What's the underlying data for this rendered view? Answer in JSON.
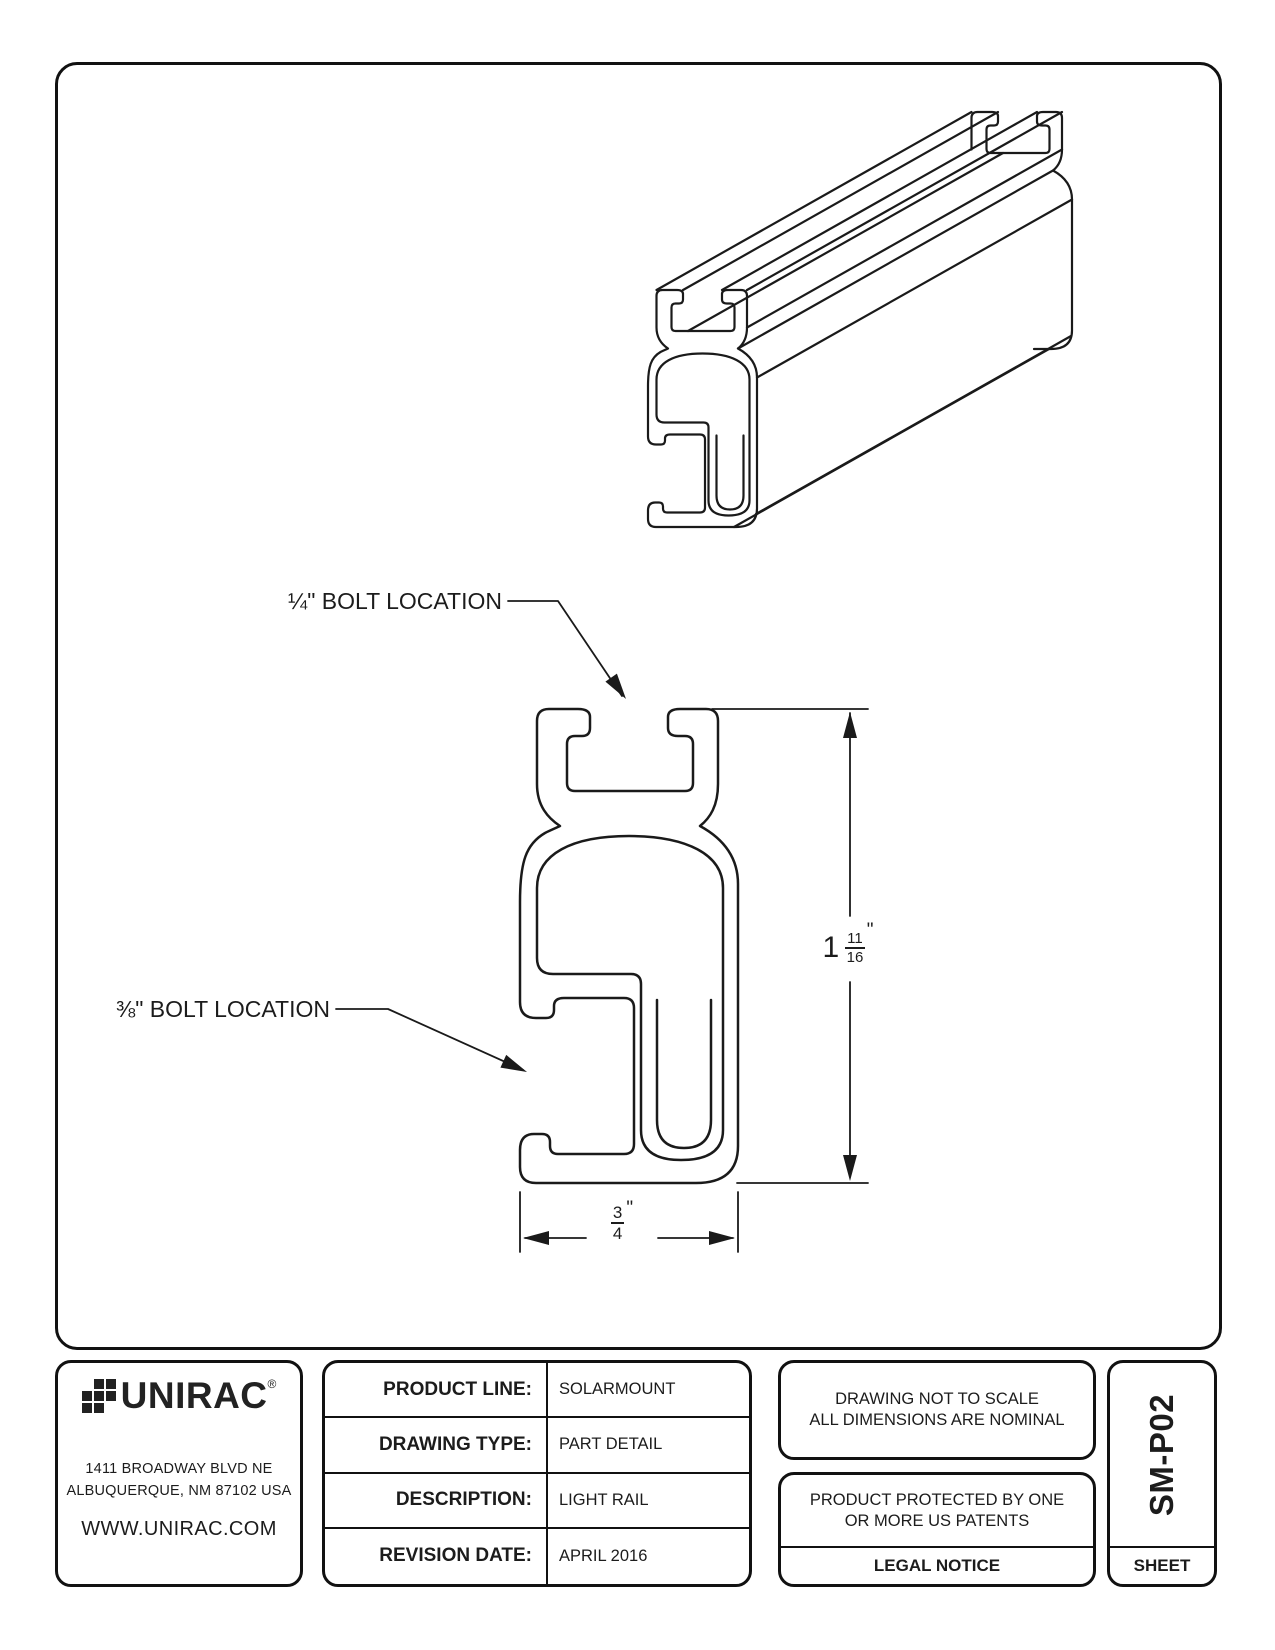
{
  "drawing": {
    "callouts": [
      {
        "label": "¼\" BOLT LOCATION"
      },
      {
        "label": "⅜\" BOLT LOCATION"
      }
    ],
    "dim_height": {
      "whole": "1",
      "numerator": "11",
      "denominator": "16",
      "unit": "\""
    },
    "dim_width": {
      "numerator": "3",
      "denominator": "4",
      "unit": "\""
    }
  },
  "title_block": {
    "company": {
      "name": "UNIRAC",
      "trademark": "®",
      "address_line1": "1411 BROADWAY BLVD NE",
      "address_line2": "ALBUQUERQUE, NM 87102 USA",
      "website": "WWW.UNIRAC.COM"
    },
    "fields": [
      {
        "label": "PRODUCT LINE:",
        "value": "SOLARMOUNT"
      },
      {
        "label": "DRAWING TYPE:",
        "value": "PART DETAIL"
      },
      {
        "label": "DESCRIPTION:",
        "value": "LIGHT RAIL"
      },
      {
        "label": "REVISION DATE:",
        "value": "APRIL 2016"
      }
    ],
    "notes": {
      "scale_line1": "DRAWING NOT TO SCALE",
      "scale_line2": "ALL DIMENSIONS ARE NOMINAL",
      "patent_line1": "PRODUCT PROTECTED BY ONE",
      "patent_line2": "OR MORE US PATENTS",
      "legal": "LEGAL NOTICE"
    },
    "sheet": {
      "code": "SM-P02",
      "label": "SHEET"
    }
  }
}
